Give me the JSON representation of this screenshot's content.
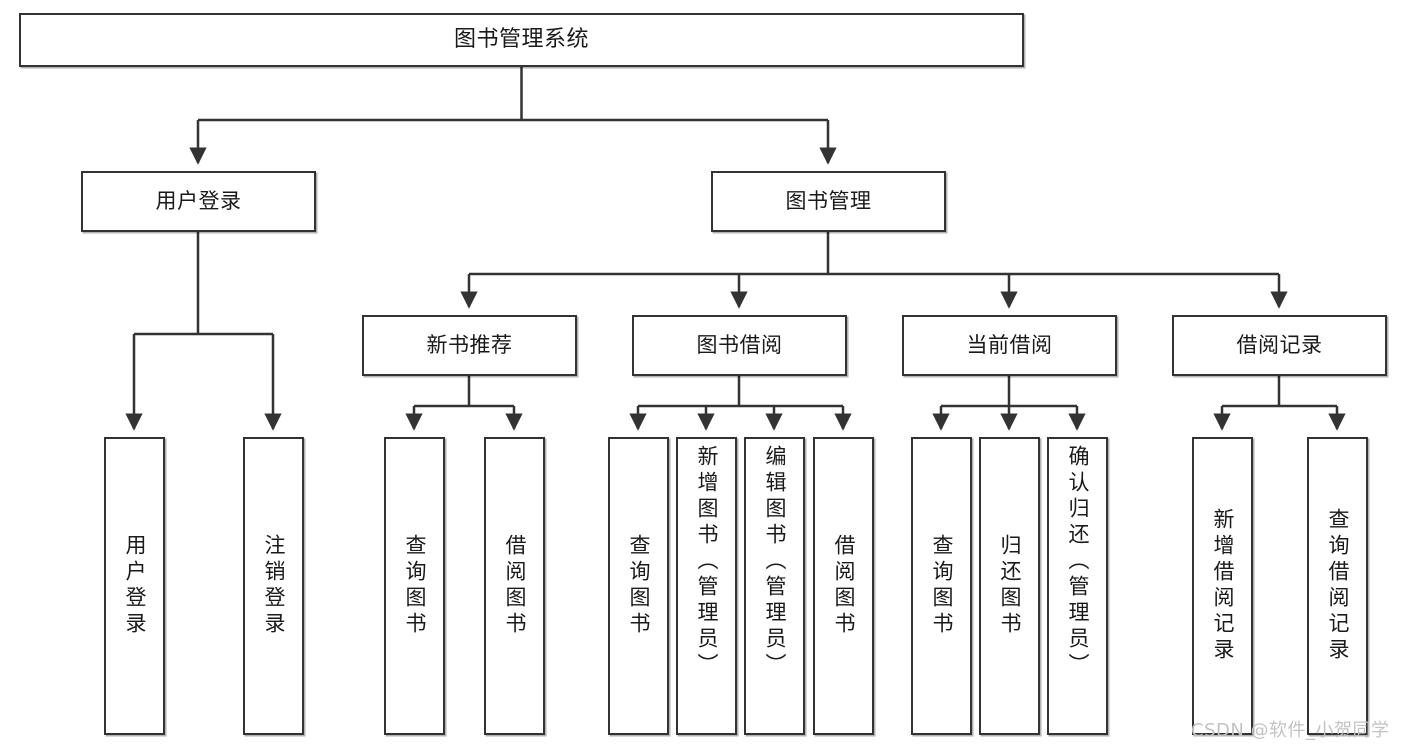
{
  "diagram": {
    "title": "图书管理系统",
    "type": "hierarchy-tree",
    "style": {
      "box_border_color": "#333333",
      "box_fill_color": "#ffffff",
      "edge_color": "#333333",
      "background": "#ffffff",
      "watermark_color": "#c3c3c3"
    },
    "root": {
      "label": "图书管理系统"
    },
    "level1": [
      {
        "label": "用户登录"
      },
      {
        "label": "图书管理"
      }
    ],
    "level2": [
      {
        "label": "新书推荐"
      },
      {
        "label": "图书借阅"
      },
      {
        "label": "当前借阅"
      },
      {
        "label": "借阅记录"
      }
    ],
    "leaves": {
      "user_login": [
        {
          "label": "用户登录"
        },
        {
          "label": "注销登录"
        }
      ],
      "new_book_recommend": [
        {
          "label": "查询图书"
        },
        {
          "label": "借阅图书"
        }
      ],
      "book_borrow": [
        {
          "label": "查询图书"
        },
        {
          "label": "新增图书（管理员）"
        },
        {
          "label": "编辑图书（管理员）"
        },
        {
          "label": "借阅图书"
        }
      ],
      "current_borrow": [
        {
          "label": "查询图书"
        },
        {
          "label": "归还图书"
        },
        {
          "label": "确认归还（管理员）"
        }
      ],
      "borrow_record": [
        {
          "label": "新增借阅记录"
        },
        {
          "label": "查询借阅记录"
        }
      ]
    }
  },
  "watermark": {
    "text": "CSDN @软件_小贺同学"
  }
}
